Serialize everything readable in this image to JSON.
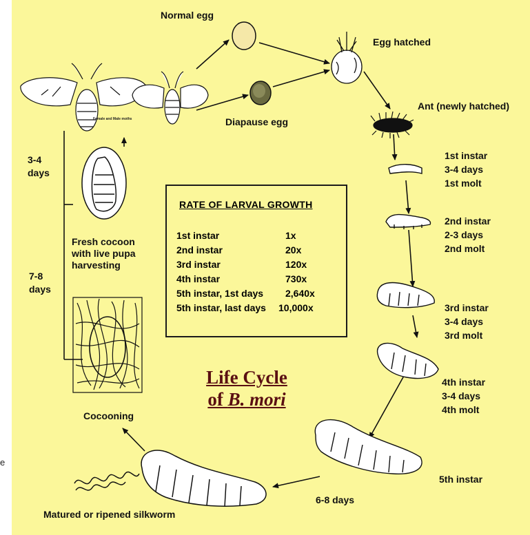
{
  "diagram": {
    "background_color": "#fbf79a",
    "title_color": "#5a0f12",
    "title_line1": "Life Cycle",
    "title_line2_prefix": "of ",
    "title_line2_species": "B. mori"
  },
  "labels": {
    "normal_egg": "Normal egg",
    "diapause_egg": "Diapause egg",
    "egg_hatched": "Egg hatched",
    "ant": "Ant (newly hatched)",
    "moth_caption": "Female and Male moths",
    "days_3_4": [
      "3-4",
      "days"
    ],
    "days_7_8": [
      "7-8",
      "days"
    ],
    "fresh_cocoon": [
      "Fresh cocoon",
      "with live pupa",
      "harvesting"
    ],
    "cocooning": "Cocooning",
    "matured": "Matured or ripened silkworm",
    "days_6_8": "6-8 days",
    "stray_char": "e"
  },
  "stages": [
    {
      "lines": [
        "1st instar",
        "3-4 days",
        "1st molt"
      ],
      "icon": "larva-1st-instar-icon"
    },
    {
      "lines": [
        "2nd instar",
        "2-3 days",
        "2nd molt"
      ],
      "icon": "larva-2nd-instar-icon"
    },
    {
      "lines": [
        "3rd instar",
        "3-4 days",
        "3rd molt"
      ],
      "icon": "larva-3rd-instar-icon"
    },
    {
      "lines": [
        "4th instar",
        "3-4 days",
        "4th molt"
      ],
      "icon": "larva-4th-instar-icon"
    },
    {
      "lines": [
        "5th instar"
      ],
      "icon": "larva-5th-instar-icon"
    }
  ],
  "rate_table": {
    "title": "RATE OF LARVAL GROWTH",
    "rows": [
      {
        "stage": "1st instar",
        "rate": "1x"
      },
      {
        "stage": "2nd instar",
        "rate": "20x"
      },
      {
        "stage": "3rd instar",
        "rate": "120x"
      },
      {
        "stage": "4th instar",
        "rate": "730x"
      },
      {
        "stage": "5th  instar, 1st days",
        "rate": "2,640x"
      },
      {
        "stage": "5th  instar,  last days",
        "rate": "10,000x"
      }
    ]
  }
}
